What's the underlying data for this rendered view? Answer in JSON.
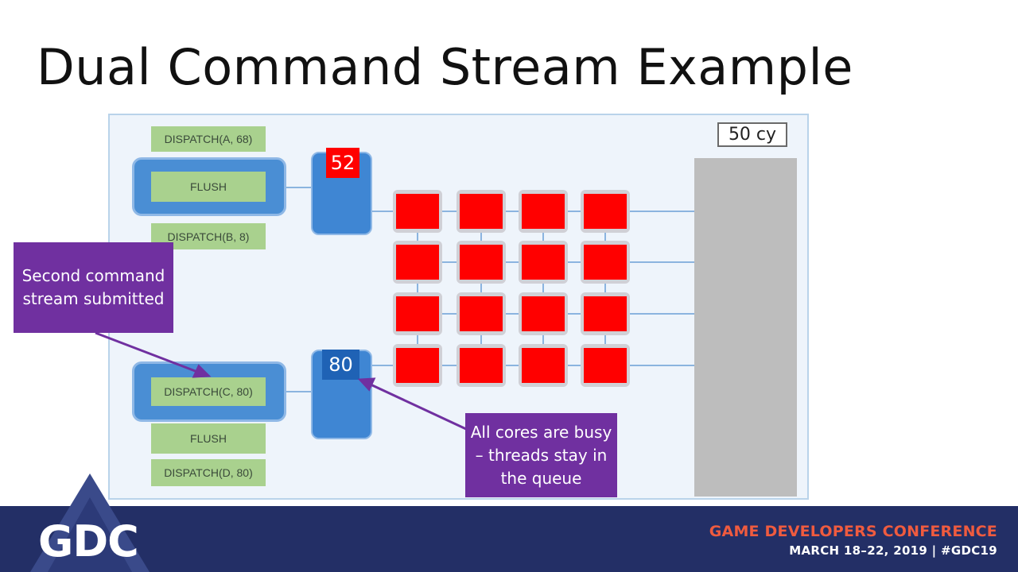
{
  "slide": {
    "title": "Dual Command Stream Example"
  },
  "stream1": {
    "cmd1": "DISPATCH(A, 68)",
    "cmd2": "FLUSH",
    "cmd3": "DISPATCH(B, 8)"
  },
  "stream2": {
    "cmd1": "DISPATCH(C, 80)",
    "cmd2": "FLUSH",
    "cmd3": "DISPATCH(D, 80)"
  },
  "queues": {
    "queue1_count": "52",
    "queue2_count": "80"
  },
  "cycle_label": "50 cy",
  "callouts": {
    "second_stream": "Second command stream submitted",
    "cores_busy": "All cores are busy – threads stay in the queue"
  },
  "footer": {
    "logo": "GDC",
    "conference": "GAME DEVELOPERS CONFERENCE",
    "dates": "MARCH 18–22, 2019 | #GDC19"
  },
  "colors": {
    "core_active": "#ff0000",
    "queue_blue": "#3f86d3",
    "callout_purple": "#7030a0",
    "command_green": "#a9d18e",
    "footer_navy": "#232f66",
    "footer_orange": "#ef5b3f"
  }
}
